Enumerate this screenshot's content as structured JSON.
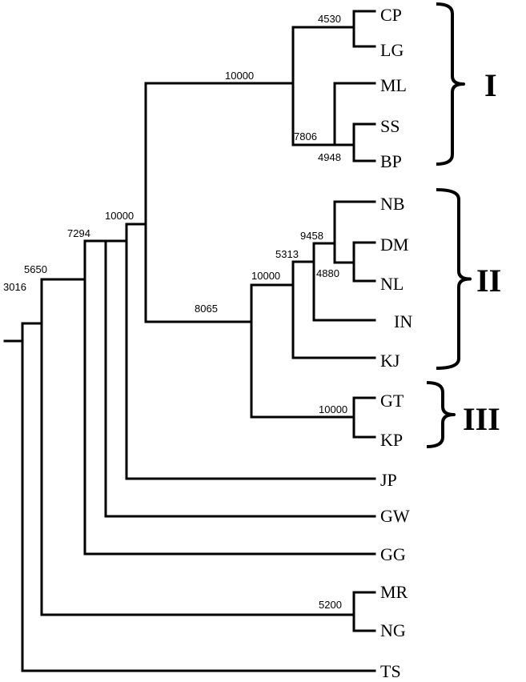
{
  "tree": {
    "taxa": [
      "CP",
      "LG",
      "ML",
      "SS",
      "BP",
      "NB",
      "DM",
      "NL",
      "IN",
      "KJ",
      "GT",
      "KP",
      "JP",
      "GW",
      "GG",
      "MR",
      "NG",
      "TS"
    ],
    "bootstrap_values": {
      "root": "3016",
      "n5650": "5650",
      "n7294": "7294",
      "n10000_jp": "10000",
      "n10000_top": "10000",
      "n4530": "4530",
      "n7806": "7806",
      "n4948": "4948",
      "n8065": "8065",
      "n10000_kj": "10000",
      "n5313": "5313",
      "n9458": "9458",
      "n4880": "4880",
      "n10000_gtkp": "10000",
      "n5200": "5200"
    },
    "clades": [
      {
        "label": "I",
        "members": [
          "CP",
          "LG",
          "ML",
          "SS",
          "BP"
        ]
      },
      {
        "label": "II",
        "members": [
          "NB",
          "DM",
          "NL",
          "IN",
          "KJ"
        ]
      },
      {
        "label": "III",
        "members": [
          "GT",
          "KP"
        ]
      }
    ]
  }
}
